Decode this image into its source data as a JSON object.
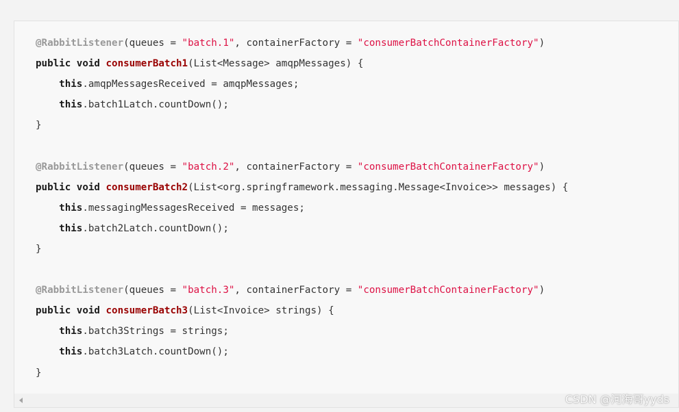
{
  "code_block": {
    "lines": [
      [
        {
          "t": "ann",
          "v": "@RabbitListener"
        },
        {
          "t": "txt",
          "v": "(queues = "
        },
        {
          "t": "str",
          "v": "\"batch.1\""
        },
        {
          "t": "txt",
          "v": ", containerFactory = "
        },
        {
          "t": "str",
          "v": "\"consumerBatchContainerFactory\""
        },
        {
          "t": "txt",
          "v": ")"
        }
      ],
      [
        {
          "t": "kw",
          "v": "public"
        },
        {
          "t": "txt",
          "v": " "
        },
        {
          "t": "kw",
          "v": "void"
        },
        {
          "t": "txt",
          "v": " "
        },
        {
          "t": "fn",
          "v": "consumerBatch1"
        },
        {
          "t": "txt",
          "v": "(List<Message> amqpMessages) {"
        }
      ],
      [
        {
          "t": "txt",
          "v": "    "
        },
        {
          "t": "kw",
          "v": "this"
        },
        {
          "t": "txt",
          "v": ".amqpMessagesReceived = amqpMessages;"
        }
      ],
      [
        {
          "t": "txt",
          "v": "    "
        },
        {
          "t": "kw",
          "v": "this"
        },
        {
          "t": "txt",
          "v": ".batch1Latch.countDown();"
        }
      ],
      [
        {
          "t": "txt",
          "v": "}"
        }
      ],
      [],
      [
        {
          "t": "ann",
          "v": "@RabbitListener"
        },
        {
          "t": "txt",
          "v": "(queues = "
        },
        {
          "t": "str",
          "v": "\"batch.2\""
        },
        {
          "t": "txt",
          "v": ", containerFactory = "
        },
        {
          "t": "str",
          "v": "\"consumerBatchContainerFactory\""
        },
        {
          "t": "txt",
          "v": ")"
        }
      ],
      [
        {
          "t": "kw",
          "v": "public"
        },
        {
          "t": "txt",
          "v": " "
        },
        {
          "t": "kw",
          "v": "void"
        },
        {
          "t": "txt",
          "v": " "
        },
        {
          "t": "fn",
          "v": "consumerBatch2"
        },
        {
          "t": "txt",
          "v": "(List<org.springframework.messaging.Message<Invoice>> messages) {"
        }
      ],
      [
        {
          "t": "txt",
          "v": "    "
        },
        {
          "t": "kw",
          "v": "this"
        },
        {
          "t": "txt",
          "v": ".messagingMessagesReceived = messages;"
        }
      ],
      [
        {
          "t": "txt",
          "v": "    "
        },
        {
          "t": "kw",
          "v": "this"
        },
        {
          "t": "txt",
          "v": ".batch2Latch.countDown();"
        }
      ],
      [
        {
          "t": "txt",
          "v": "}"
        }
      ],
      [],
      [
        {
          "t": "ann",
          "v": "@RabbitListener"
        },
        {
          "t": "txt",
          "v": "(queues = "
        },
        {
          "t": "str",
          "v": "\"batch.3\""
        },
        {
          "t": "txt",
          "v": ", containerFactory = "
        },
        {
          "t": "str",
          "v": "\"consumerBatchContainerFactory\""
        },
        {
          "t": "txt",
          "v": ")"
        }
      ],
      [
        {
          "t": "kw",
          "v": "public"
        },
        {
          "t": "txt",
          "v": " "
        },
        {
          "t": "kw",
          "v": "void"
        },
        {
          "t": "txt",
          "v": " "
        },
        {
          "t": "fn",
          "v": "consumerBatch3"
        },
        {
          "t": "txt",
          "v": "(List<Invoice> strings) {"
        }
      ],
      [
        {
          "t": "txt",
          "v": "    "
        },
        {
          "t": "kw",
          "v": "this"
        },
        {
          "t": "txt",
          "v": ".batch3Strings = strings;"
        }
      ],
      [
        {
          "t": "txt",
          "v": "    "
        },
        {
          "t": "kw",
          "v": "this"
        },
        {
          "t": "txt",
          "v": ".batch3Latch.countDown();"
        }
      ],
      [
        {
          "t": "txt",
          "v": "}"
        }
      ]
    ]
  },
  "scrollbar": {
    "left_icon": "scroll-left-arrow-icon"
  },
  "watermark": {
    "text": "CSDN @河海哥yyds"
  },
  "colors": {
    "annotation": "#999999",
    "string": "#dd1144",
    "keyword": "#1a1a1a",
    "method_name": "#990000",
    "plain_text": "#333333",
    "code_background": "#f8f8f8",
    "page_background": "#f3f3f3"
  }
}
